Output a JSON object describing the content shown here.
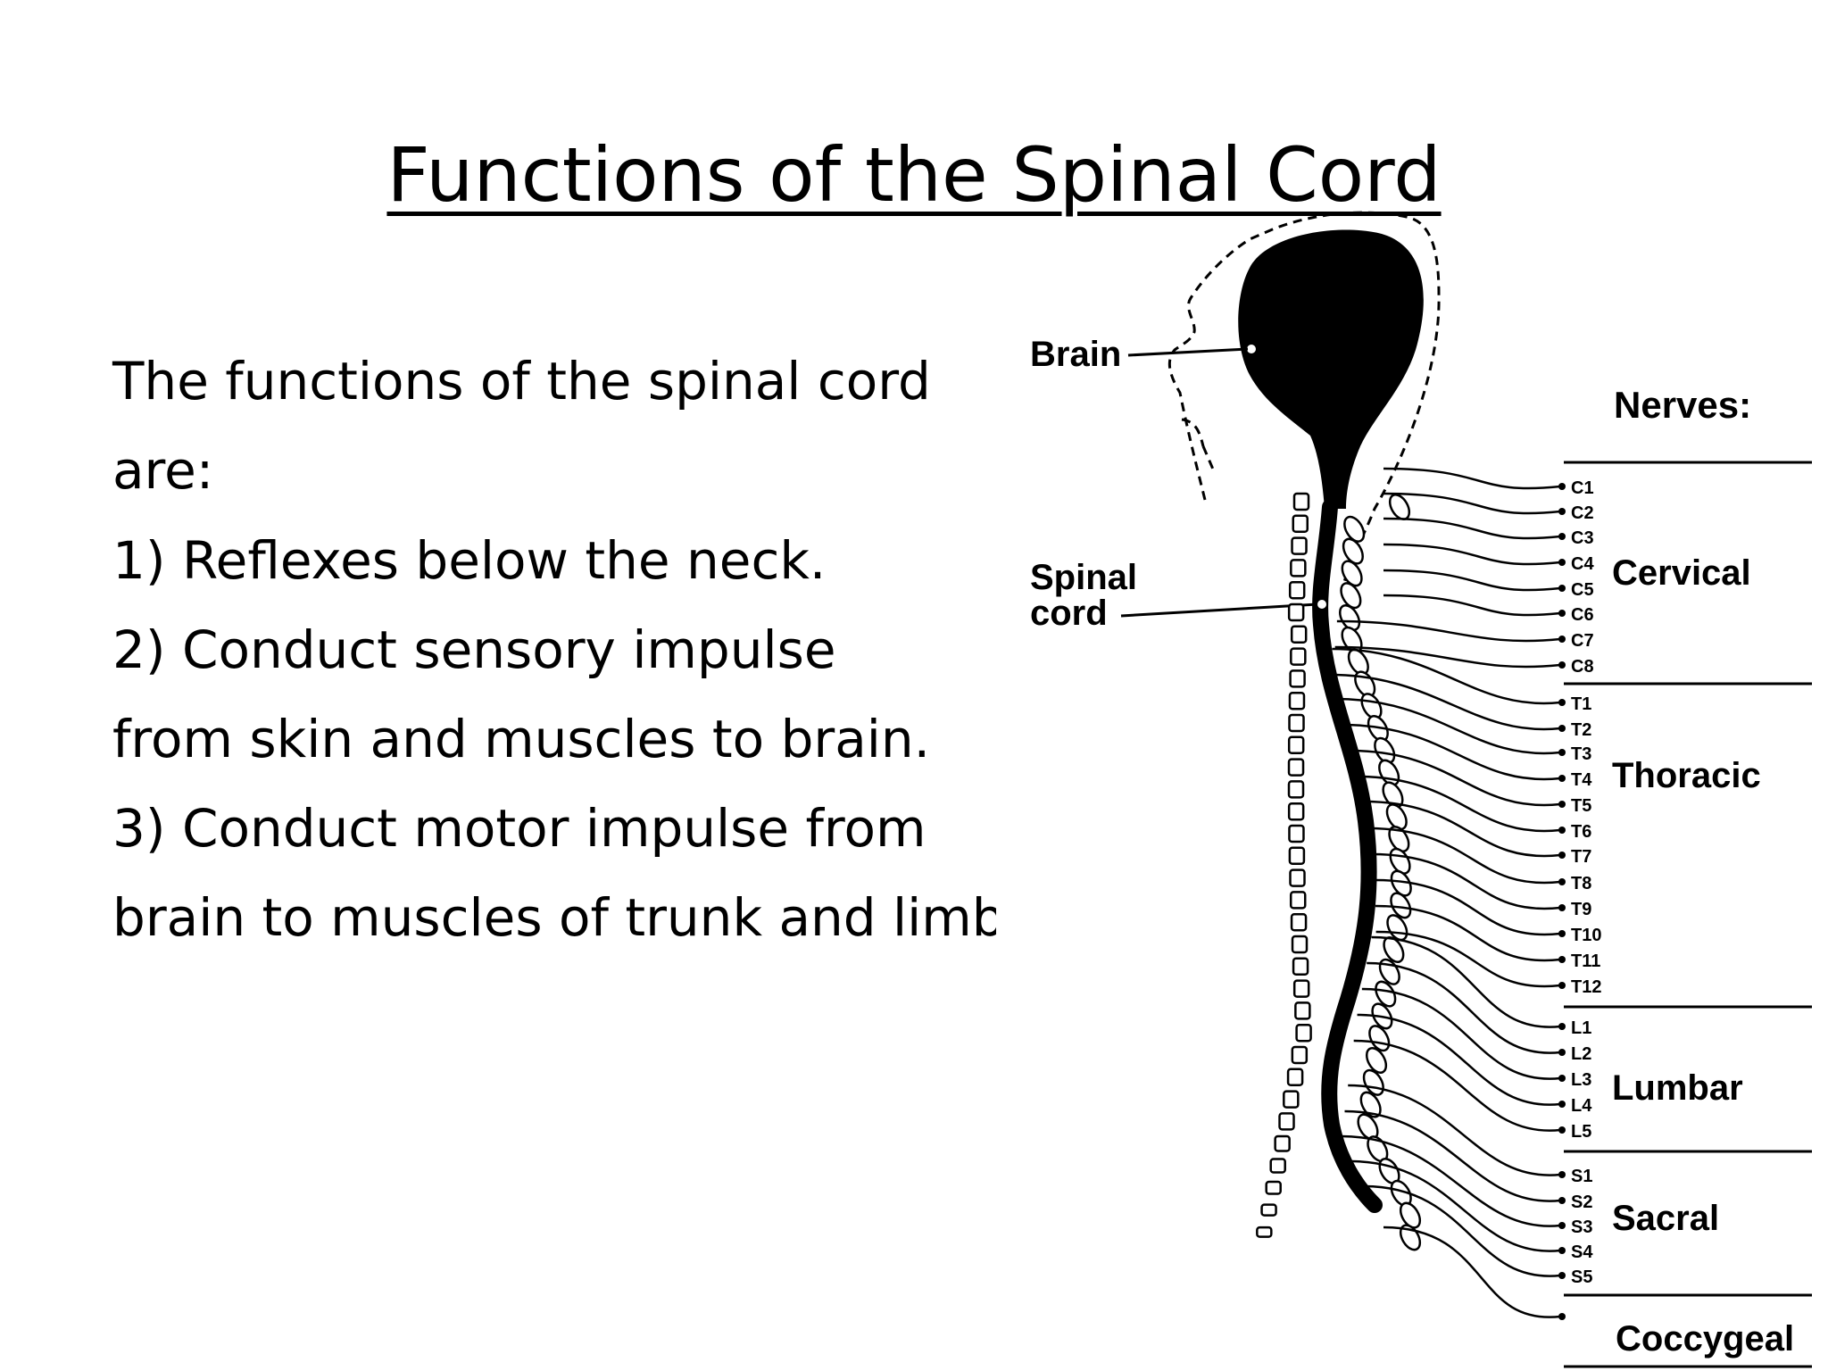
{
  "title": "Functions of the Spinal Cord",
  "body_lines": [
    " The functions of the spinal cord",
    " are:",
    "1) Reflexes below the neck.",
    "2) Conduct sensory impulse",
    " from skin and muscles to brain.",
    "3) Conduct motor impulse from",
    "brain to muscles of trunk and limbs."
  ],
  "diagram": {
    "brain_label": "Brain",
    "spinal_label_1": "Spinal",
    "spinal_label_2": "cord",
    "nerves_heading": "Nerves:",
    "groups": [
      {
        "name": "Cervical",
        "nerves": [
          "C1",
          "C2",
          "C3",
          "C4",
          "C5",
          "C6",
          "C7",
          "C8"
        ]
      },
      {
        "name": "Thoracic",
        "nerves": [
          "T1",
          "T2",
          "T3",
          "T4",
          "T5",
          "T6",
          "T7",
          "T8",
          "T9",
          "T10",
          "T11",
          "T12"
        ]
      },
      {
        "name": "Lumbar",
        "nerves": [
          "L1",
          "L2",
          "L3",
          "L4",
          "L5"
        ]
      },
      {
        "name": "Sacral",
        "nerves": [
          "S1",
          "S2",
          "S3",
          "S4",
          "S5"
        ]
      },
      {
        "name": "Coccygeal",
        "nerves": []
      }
    ]
  }
}
